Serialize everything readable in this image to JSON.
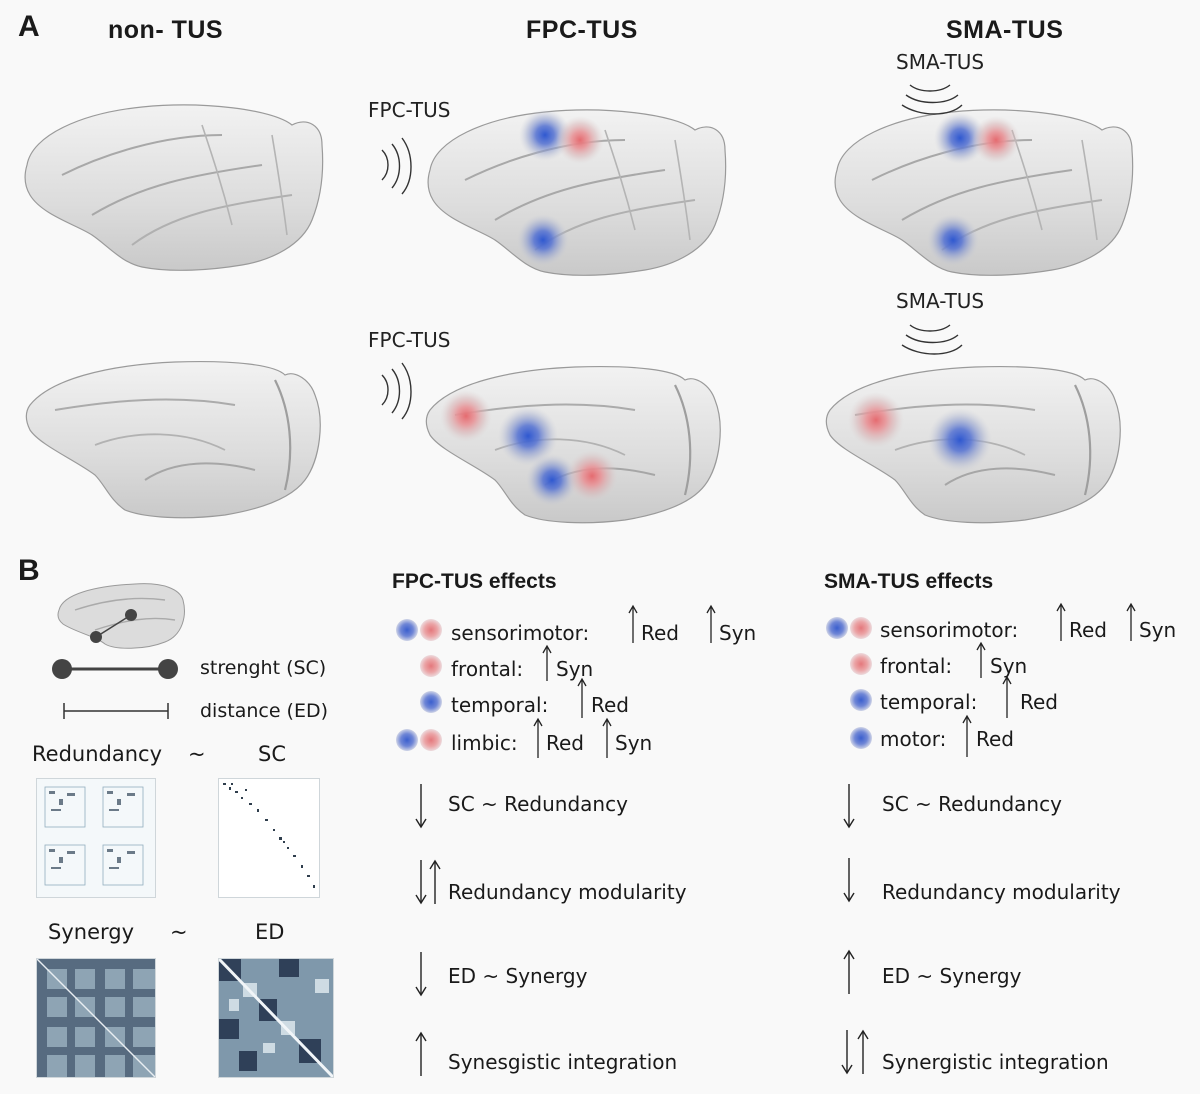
{
  "panel_a": {
    "letter": "A",
    "columns": [
      "non- TUS",
      "FPC-TUS",
      "SMA-TUS"
    ],
    "stim_labels": {
      "fpc_top": "FPC-TUS",
      "fpc_bottom": "FPC-TUS",
      "sma_top": "SMA-TUS",
      "sma_bottom": "SMA-TUS"
    }
  },
  "panel_b": {
    "letter": "B",
    "legend": {
      "strength": "strenght (SC)",
      "distance": "distance (ED)"
    },
    "matrices": {
      "redundancy": "Redundancy",
      "tilde1": "~",
      "sc": "SC",
      "synergy": "Synergy",
      "tilde2": "~",
      "ed": "ED"
    },
    "fpc": {
      "title": "FPC-TUS effects",
      "rows": [
        {
          "label": "sensorimotor:",
          "a": "Red",
          "b": "Syn"
        },
        {
          "label": "frontal:",
          "a": "Syn"
        },
        {
          "label": "temporal:",
          "a": "Red"
        },
        {
          "label": "limbic:",
          "a": "Red",
          "b": "Syn"
        }
      ],
      "effects": [
        "SC ~ Redundancy",
        "Redundancy modularity",
        "ED ~ Synergy",
        "Synesgistic integration"
      ]
    },
    "sma": {
      "title": "SMA-TUS effects",
      "rows": [
        {
          "label": "sensorimotor:",
          "a": "Red",
          "b": "Syn"
        },
        {
          "label": "frontal:",
          "a": "Syn"
        },
        {
          "label": "temporal:",
          "a": "Red"
        },
        {
          "label": "motor:",
          "a": "Red"
        }
      ],
      "effects": [
        "SC ~ Redundancy",
        "Redundancy modularity",
        "ED ~ Synergy",
        "Synergistic integration"
      ]
    }
  }
}
